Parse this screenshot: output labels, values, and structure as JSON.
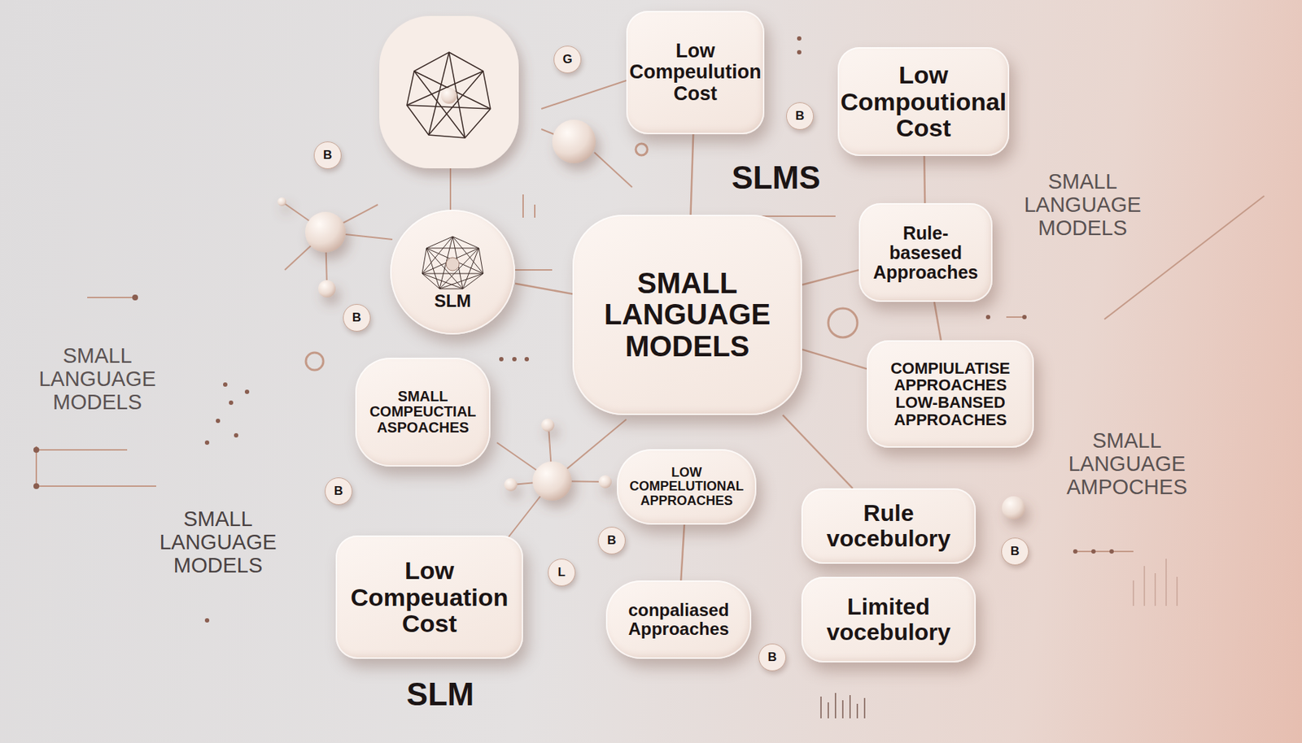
{
  "diagram": {
    "nodes": [
      {
        "text": [
          "G"
        ]
      },
      {
        "text": [
          "Low Compeulution Cost"
        ]
      },
      {
        "text": [
          "Low Compoutional Cost"
        ]
      },
      {
        "text": [
          "B"
        ]
      },
      {
        "text": [
          "B"
        ]
      },
      {
        "text": [
          "Rule-basesed Approaches"
        ]
      },
      {
        "text": [
          "SLM"
        ]
      },
      {
        "text": [
          "SMALL LANGUAGE MODELS"
        ]
      },
      {
        "text": [
          "B"
        ]
      },
      {
        "text": [
          "COMPIULATISE APPROACHES LOW-BANSED APPROACHES"
        ]
      },
      {
        "text": [
          "SMALL COMPEUCTIAL ASPOACHES"
        ]
      },
      {
        "text": [
          "B"
        ]
      },
      {
        "text": [
          "LOW COMPELUTIONAL APPROACHES"
        ]
      },
      {
        "text": [
          "Rule vocebulory"
        ]
      },
      {
        "text": [
          "B"
        ]
      },
      {
        "text": [
          "B"
        ]
      },
      {
        "text": [
          "L"
        ]
      },
      {
        "text": [
          "Low Compeuation Cost"
        ]
      },
      {
        "text": [
          "conpaliased Approaches"
        ]
      },
      {
        "text": [
          "Limited vocebulory"
        ]
      },
      {
        "text": [
          "B"
        ]
      }
    ],
    "edges": [
      {
        "from": 7,
        "to": 1,
        "arrow": "none"
      },
      {
        "from": 7,
        "to": 6,
        "arrow": "none"
      },
      {
        "from": 7,
        "to": 5,
        "arrow": "none"
      },
      {
        "from": 7,
        "to": 9,
        "arrow": "none"
      },
      {
        "from": 7,
        "to": 13,
        "arrow": "none"
      },
      {
        "from": 2,
        "to": 5,
        "arrow": "none"
      },
      {
        "from": 5,
        "to": 9,
        "arrow": "none"
      },
      {
        "from": 12,
        "to": 18,
        "arrow": "none"
      }
    ],
    "labels": [
      "SLMS",
      "SMALL LANGUAGE MODELS",
      "SMALL LANGUAGE MODELS",
      "SMALL LANGUAGE AMPOCHES",
      "SMALL LANGUAGE MODELS",
      "SLM"
    ]
  }
}
